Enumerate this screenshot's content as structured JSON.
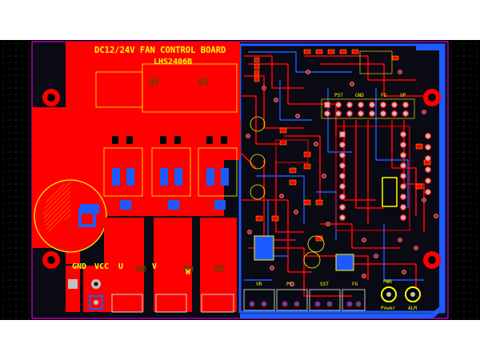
{
  "board": {
    "title": "DC12/24V FAN CONTROL BOARD",
    "model": "LHS2406B",
    "colors": {
      "background": "#000000",
      "top_copper": "#ff0000",
      "bottom_copper": "#1e5bff",
      "silkscreen": "#ffff00",
      "pad": "#c0c0c0",
      "keepout": "#ff00ff"
    }
  },
  "power_labels": {
    "gnd": "GND",
    "vcc": "VCC",
    "u": "U",
    "v": "V",
    "w": "W"
  },
  "transistors": {
    "q5": "Q5",
    "q3": "Q3",
    "q6": "Q6",
    "q4": "Q4",
    "q2": "Q2"
  },
  "connector_labels": {
    "vr": "VR",
    "ps": "PS",
    "sst": "SST",
    "fg": "FG",
    "pwr": "PWR",
    "alm": "ALM"
  },
  "led_labels": {
    "power": "Power",
    "alarm": "ALM"
  },
  "header_labels": {
    "pst": "PST",
    "gnd": "GND",
    "fg": "FG",
    "vp": "VP"
  }
}
